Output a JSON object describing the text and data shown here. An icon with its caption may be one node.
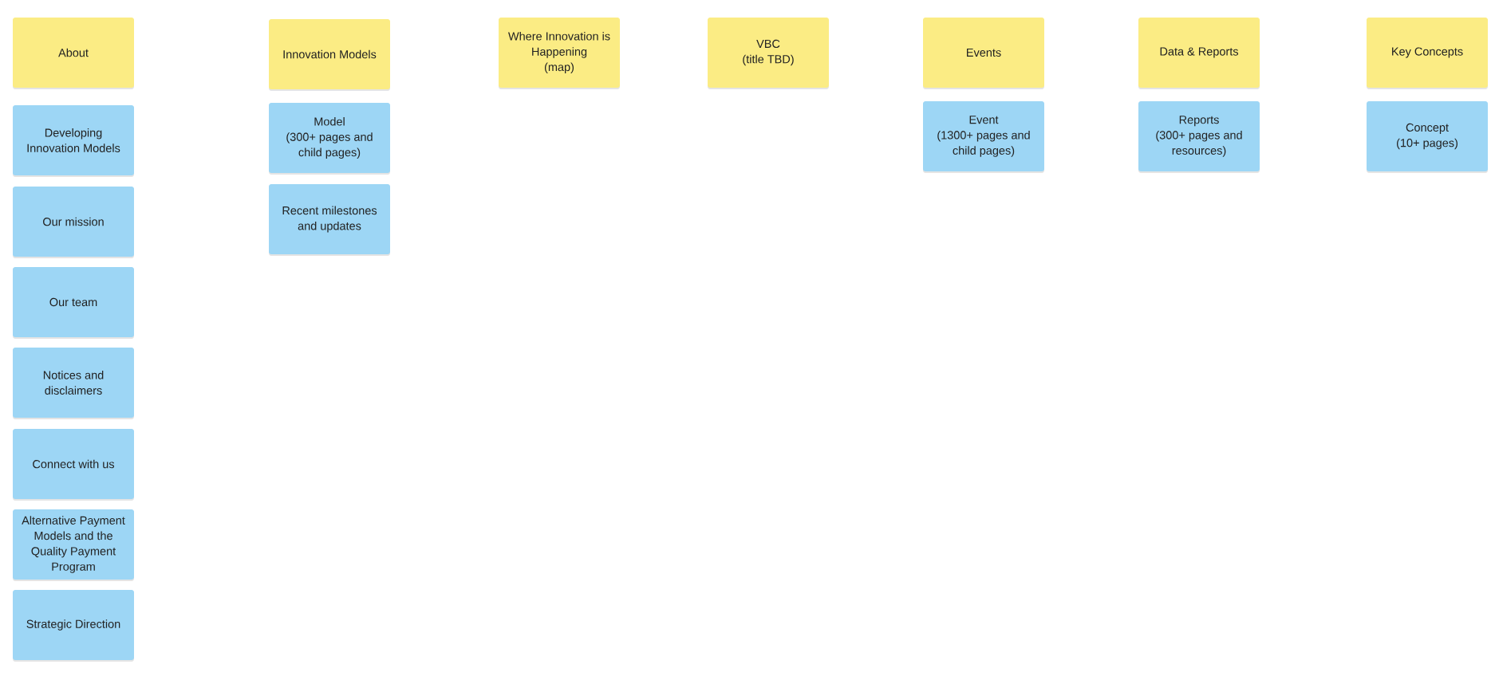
{
  "diagram": {
    "nodes": [
      {
        "text": [
          "About"
        ]
      },
      {
        "text": [
          "Developing Innovation Models"
        ]
      },
      {
        "text": [
          "Our mission"
        ]
      },
      {
        "text": [
          "Our team"
        ]
      },
      {
        "text": [
          "Notices and disclaimers"
        ]
      },
      {
        "text": [
          "Connect with us"
        ]
      },
      {
        "text": [
          "Alternative Payment Models and the Quality Payment Program"
        ]
      },
      {
        "text": [
          "Strategic Direction"
        ]
      },
      {
        "text": [
          "Innovation Models"
        ]
      },
      {
        "text": [
          "Model",
          "(300+ pages and child pages)"
        ]
      },
      {
        "text": [
          "Recent milestones and updates"
        ]
      },
      {
        "text": [
          "Where Innovation is Happening",
          "(map)"
        ]
      },
      {
        "text": [
          "VBC",
          "(title TBD)"
        ]
      },
      {
        "text": [
          "Events"
        ]
      },
      {
        "text": [
          "Event",
          "(1300+ pages and child pages)"
        ]
      },
      {
        "text": [
          "Data & Reports"
        ]
      },
      {
        "text": [
          "Reports",
          "(300+ pages and resources)"
        ]
      },
      {
        "text": [
          "Key Concepts"
        ]
      },
      {
        "text": [
          "Concept",
          "(10+ pages)"
        ]
      }
    ]
  }
}
